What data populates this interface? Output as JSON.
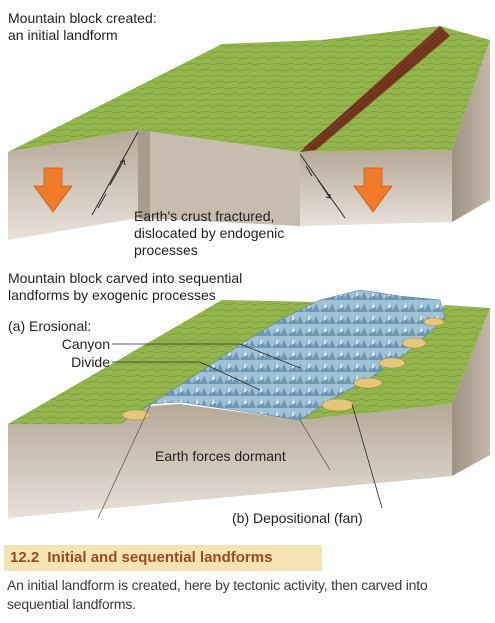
{
  "labels": {
    "top_block": [
      "Mountain block created:",
      "an initial landform"
    ],
    "crust": [
      "Earth's crust fractured,",
      "dislocated by endogenic",
      "processes"
    ],
    "carved": [
      "Mountain block carved into sequential",
      "landforms by exogenic processes"
    ],
    "erosional": "(a) Erosional:",
    "canyon": "Canyon",
    "divide": "Divide",
    "dormant": "Earth forces dormant",
    "depositional": "(b) Depositional (fan)"
  },
  "caption": {
    "number": "12.2",
    "title": "Initial and sequential landforms",
    "text": "An initial landform is created, here by tectonic activity, then carved into sequential landforms."
  },
  "colors": {
    "grass": "#8fb24a",
    "grass_dark": "#6f9434",
    "rock": "#b9ab9b",
    "rock_dark": "#9c8f80",
    "scarp": "#7a3a22",
    "arrow": "#f07b2a",
    "mountains": "#8fb7cf",
    "fan": "#e3c77a",
    "caption_bg": "#f6e3b4",
    "caption_title": "#9a4a23"
  }
}
